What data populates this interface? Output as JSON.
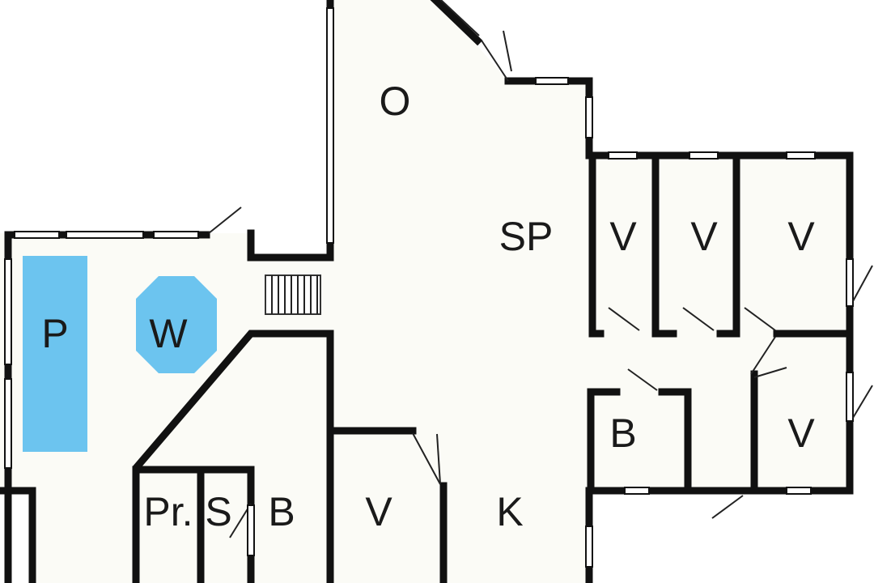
{
  "rooms": {
    "o": "O",
    "sp": "SP",
    "v1": "V",
    "v2": "V",
    "v3": "V",
    "v4": "V",
    "v5": "V",
    "b1": "B",
    "b2": "B",
    "k": "K",
    "p": "P",
    "w": "W",
    "pr": "Pr.",
    "s": "S"
  },
  "colors": {
    "floor": "#fbfbf6",
    "wall": "#111111",
    "pool": "#6cc4ef",
    "hot_tub": "#6cc4ef"
  }
}
